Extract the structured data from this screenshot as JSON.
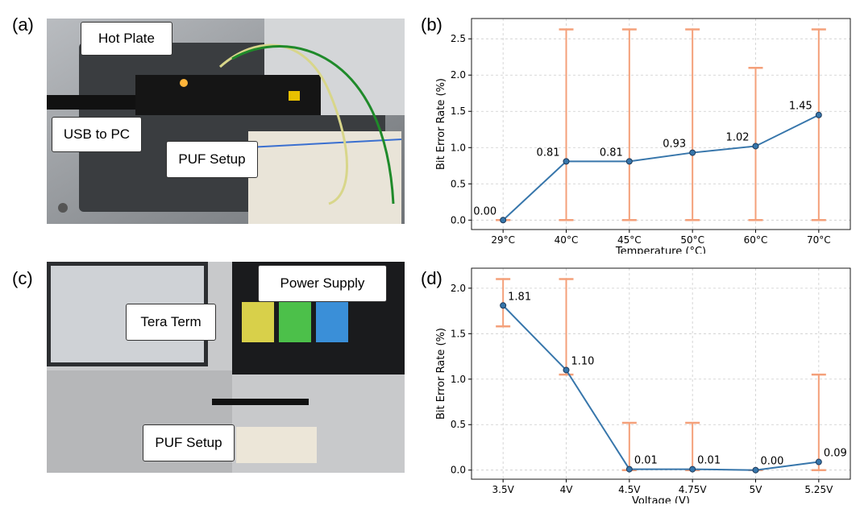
{
  "panel_labels": {
    "a": "(a)",
    "b": "(b)",
    "c": "(c)",
    "d": "(d)"
  },
  "photo_a": {
    "callouts": {
      "hot_plate": "Hot Plate",
      "usb": "USB to PC",
      "puf": "PUF Setup"
    }
  },
  "photo_c": {
    "callouts": {
      "power_supply": "Power Supply",
      "tera_term": "Tera Term",
      "puf": "PUF Setup"
    }
  },
  "colors": {
    "line": "#3776ab",
    "error": "#f4a07a",
    "marker_edge": "#1f3a5a",
    "grid": "#cccccc"
  },
  "chart_data": [
    {
      "type": "line",
      "categories": [
        "29°C",
        "40°C",
        "45°C",
        "50°C",
        "60°C",
        "70°C"
      ],
      "values": [
        0.0,
        0.81,
        0.81,
        0.93,
        1.02,
        1.45
      ],
      "labels": [
        "0.00",
        "0.81",
        "0.81",
        "0.93",
        "1.02",
        "1.45"
      ],
      "error_low": [
        0.0,
        0.0,
        0.0,
        0.0,
        0.0,
        0.0
      ],
      "error_high": [
        0.0,
        2.63,
        2.63,
        2.63,
        2.1,
        2.63
      ],
      "ylim": [
        -0.13,
        2.78
      ],
      "yticks": [
        0.0,
        0.5,
        1.0,
        1.5,
        2.0,
        2.5
      ],
      "ytick_labels": [
        "0.0",
        "0.5",
        "1.0",
        "1.5",
        "2.0",
        "2.5"
      ],
      "xlabel": "Temperature (°C)",
      "ylabel": "Bit Error Rate (%)",
      "grid": true
    },
    {
      "type": "line",
      "categories": [
        "3.5V",
        "4V",
        "4.5V",
        "4.75V",
        "5V",
        "5.25V"
      ],
      "values": [
        1.81,
        1.1,
        0.01,
        0.01,
        0.0,
        0.09
      ],
      "labels": [
        "1.81",
        "1.10",
        "0.01",
        "0.01",
        "0.00",
        "0.09"
      ],
      "error_low": [
        1.58,
        1.05,
        0.0,
        0.0,
        0.0,
        0.0
      ],
      "error_high": [
        2.1,
        2.1,
        0.52,
        0.52,
        0.0,
        1.05
      ],
      "ylim": [
        -0.1,
        2.22
      ],
      "yticks": [
        0.0,
        0.5,
        1.0,
        1.5,
        2.0
      ],
      "ytick_labels": [
        "0.0",
        "0.5",
        "1.0",
        "1.5",
        "2.0"
      ],
      "xlabel": "Voltage (V)",
      "ylabel": "Bit Error Rate (%)",
      "grid": true
    }
  ]
}
